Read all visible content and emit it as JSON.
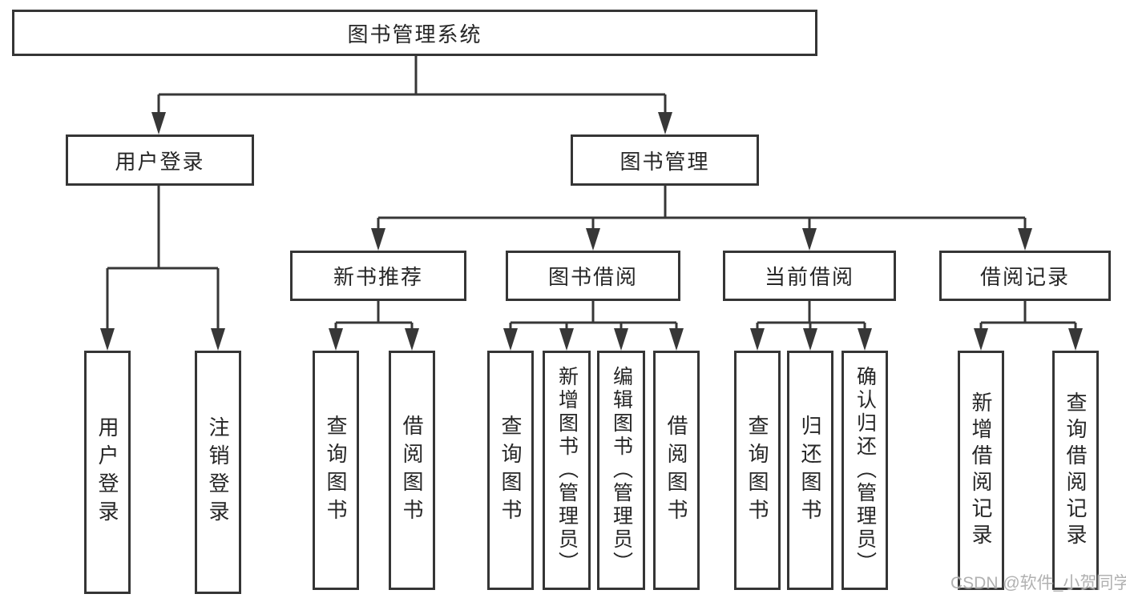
{
  "tree": {
    "label": "图书管理系统",
    "children": [
      {
        "label": "用户登录",
        "children": [
          {
            "label": "用户登录"
          },
          {
            "label": "注销登录"
          }
        ]
      },
      {
        "label": "图书管理",
        "children": [
          {
            "label": "新书推荐",
            "children": [
              {
                "label": "查询图书"
              },
              {
                "label": "借阅图书"
              }
            ]
          },
          {
            "label": "图书借阅",
            "children": [
              {
                "label": "查询图书"
              },
              {
                "label": "新增图书（管理员）"
              },
              {
                "label": "编辑图书（管理员）"
              },
              {
                "label": "借阅图书"
              }
            ]
          },
          {
            "label": "当前借阅",
            "children": [
              {
                "label": "查询图书"
              },
              {
                "label": "归还图书"
              },
              {
                "label": "确认归还（管理员）"
              }
            ]
          },
          {
            "label": "借阅记录",
            "children": [
              {
                "label": "新增借阅记录"
              },
              {
                "label": "查询借阅记录"
              }
            ]
          }
        ]
      }
    ]
  },
  "watermark": "CSDN @软件_小贺同学",
  "colors": {
    "line": "#373737",
    "box_border": "#353535",
    "text": "#262626",
    "watermark": "#aaaaaa",
    "background": "#ffffff"
  }
}
